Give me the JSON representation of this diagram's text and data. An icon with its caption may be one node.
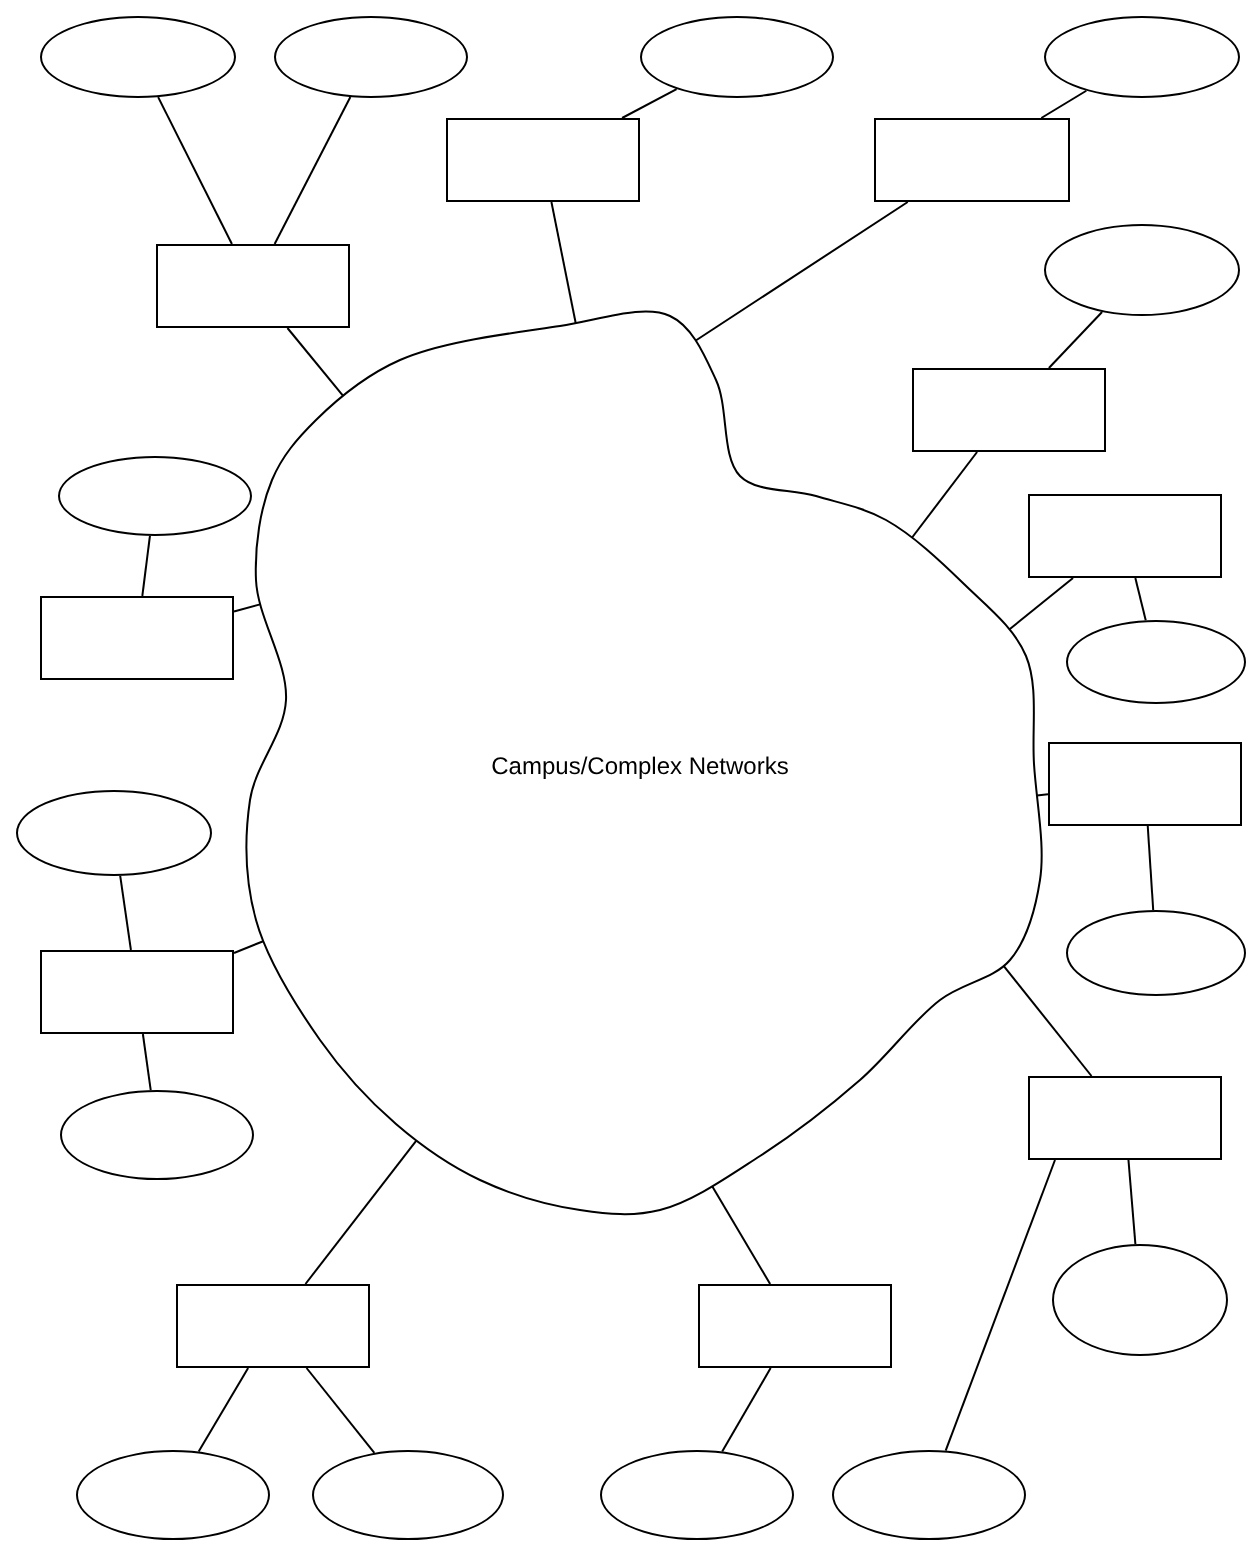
{
  "diagram": {
    "nodes": [
      {
        "text": [],
        "shape": "ellipse"
      },
      {
        "text": [],
        "shape": "ellipse"
      },
      {
        "text": [],
        "shape": "ellipse"
      },
      {
        "text": [],
        "shape": "ellipse"
      },
      {
        "text": [],
        "shape": "box"
      },
      {
        "text": [],
        "shape": "box"
      },
      {
        "text": [],
        "shape": "box"
      },
      {
        "text": [],
        "shape": "ellipse"
      },
      {
        "text": [],
        "shape": "box"
      },
      {
        "text": [],
        "shape": "ellipse"
      },
      {
        "text": [],
        "shape": "box"
      },
      {
        "text": [
          "Campus/Complex Networks"
        ]
      },
      {
        "text": [],
        "shape": "box"
      },
      {
        "text": [],
        "shape": "ellipse"
      },
      {
        "text": [],
        "shape": "box"
      },
      {
        "text": [],
        "shape": "ellipse"
      },
      {
        "text": [],
        "shape": "ellipse"
      },
      {
        "text": [],
        "shape": "box"
      },
      {
        "text": [],
        "shape": "box"
      },
      {
        "text": [],
        "shape": "ellipse"
      },
      {
        "text": [],
        "shape": "box"
      },
      {
        "text": [],
        "shape": "box"
      },
      {
        "text": [],
        "shape": "ellipse"
      },
      {
        "text": [],
        "shape": "ellipse"
      },
      {
        "text": [],
        "shape": "ellipse"
      },
      {
        "text": [],
        "shape": "ellipse"
      },
      {
        "text": [],
        "shape": "ellipse"
      }
    ],
    "edges": [
      {
        "from": 6,
        "to": 11,
        "arrow": "none"
      },
      {
        "from": 0,
        "to": 6,
        "arrow": "none"
      },
      {
        "from": 1,
        "to": 6,
        "arrow": "none"
      },
      {
        "from": 4,
        "to": 2,
        "arrow": "none"
      },
      {
        "from": 4,
        "to": 11,
        "arrow": "none"
      },
      {
        "from": 5,
        "to": 3,
        "arrow": "none"
      },
      {
        "from": 5,
        "to": 11,
        "arrow": "none"
      },
      {
        "from": 8,
        "to": 7,
        "arrow": "none"
      },
      {
        "from": 8,
        "to": 11,
        "arrow": "none"
      },
      {
        "from": 10,
        "to": 13,
        "arrow": "none"
      },
      {
        "from": 10,
        "to": 11,
        "arrow": "none"
      },
      {
        "from": 14,
        "to": 16,
        "arrow": "none"
      },
      {
        "from": 14,
        "to": 11,
        "arrow": "none"
      },
      {
        "from": 18,
        "to": 11,
        "arrow": "none"
      },
      {
        "from": 18,
        "to": 22,
        "arrow": "none"
      },
      {
        "from": 18,
        "to": 26,
        "arrow": "none"
      },
      {
        "from": 21,
        "to": 11,
        "arrow": "none"
      },
      {
        "from": 21,
        "to": 25,
        "arrow": "none"
      },
      {
        "from": 20,
        "to": 11,
        "arrow": "none"
      },
      {
        "from": 20,
        "to": 23,
        "arrow": "none"
      },
      {
        "from": 20,
        "to": 24,
        "arrow": "none"
      },
      {
        "from": 17,
        "to": 11,
        "arrow": "none"
      },
      {
        "from": 17,
        "to": 15,
        "arrow": "none"
      },
      {
        "from": 17,
        "to": 19,
        "arrow": "none"
      },
      {
        "from": 12,
        "to": 11,
        "arrow": "none"
      },
      {
        "from": 12,
        "to": 9,
        "arrow": "none"
      }
    ]
  }
}
